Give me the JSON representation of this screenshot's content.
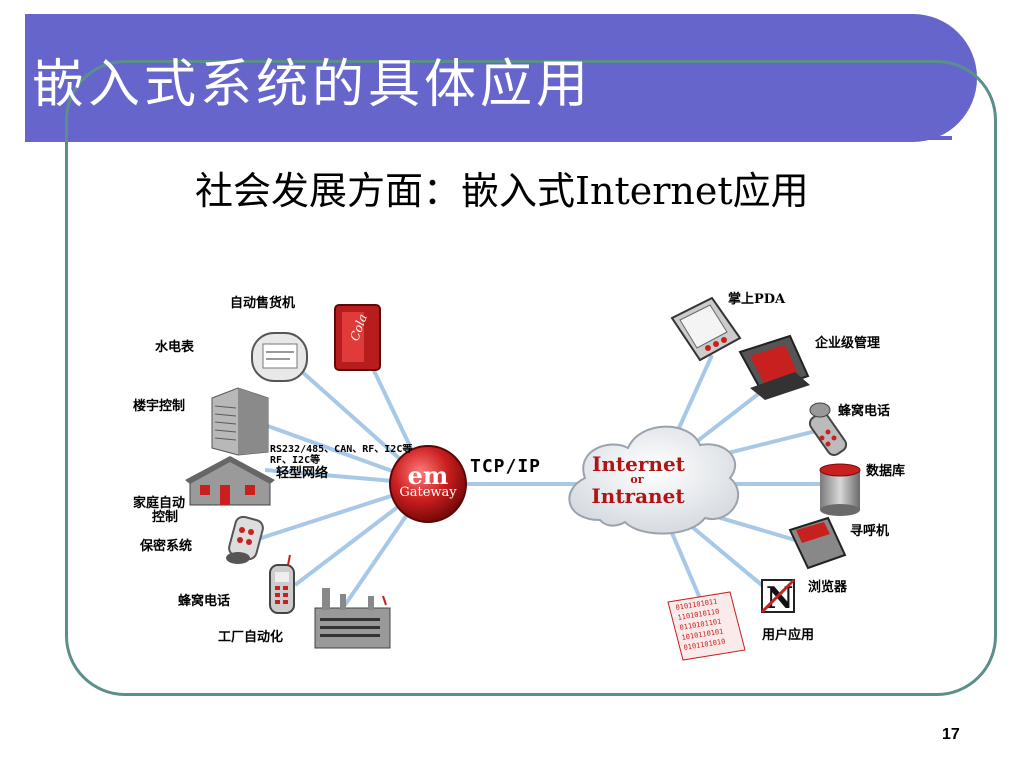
{
  "slide": {
    "title": "嵌入式系统的具体应用",
    "subtitle": "社会发展方面：嵌入式Internet应用",
    "page_number": "17"
  },
  "diagram": {
    "protocol_note": "RS232/485、CAN、RF、I2C等",
    "protocol_note_line2": "RF、I2C等",
    "hub": {
      "main": "em",
      "sub": "Gateway"
    },
    "link_label": "TCP/IP",
    "cloud": {
      "line1": "Internet",
      "line2": "or",
      "line3": "Intranet"
    },
    "left_nodes": {
      "vending": "自动售货机",
      "meter": "水电表",
      "building": "楼宇控制",
      "light_network": "轻型网络",
      "home_line1": "家庭自动",
      "home_line2": "控制",
      "security": "保密系统",
      "cellphone": "蜂窝电话",
      "factory": "工厂自动化"
    },
    "right_nodes": {
      "pda": "掌上PDA",
      "enterprise": "企业级管理",
      "cellphone": "蜂窝电话",
      "database": "数据库",
      "pager": "寻呼机",
      "browser": "浏览器",
      "user_app": "用户应用"
    },
    "colors": {
      "title_bar": "#6565cc",
      "frame": "#5b8f8c",
      "link": "#a8c8e8",
      "hub": "#cc1f1f",
      "cloud_text": "#b01515"
    }
  }
}
